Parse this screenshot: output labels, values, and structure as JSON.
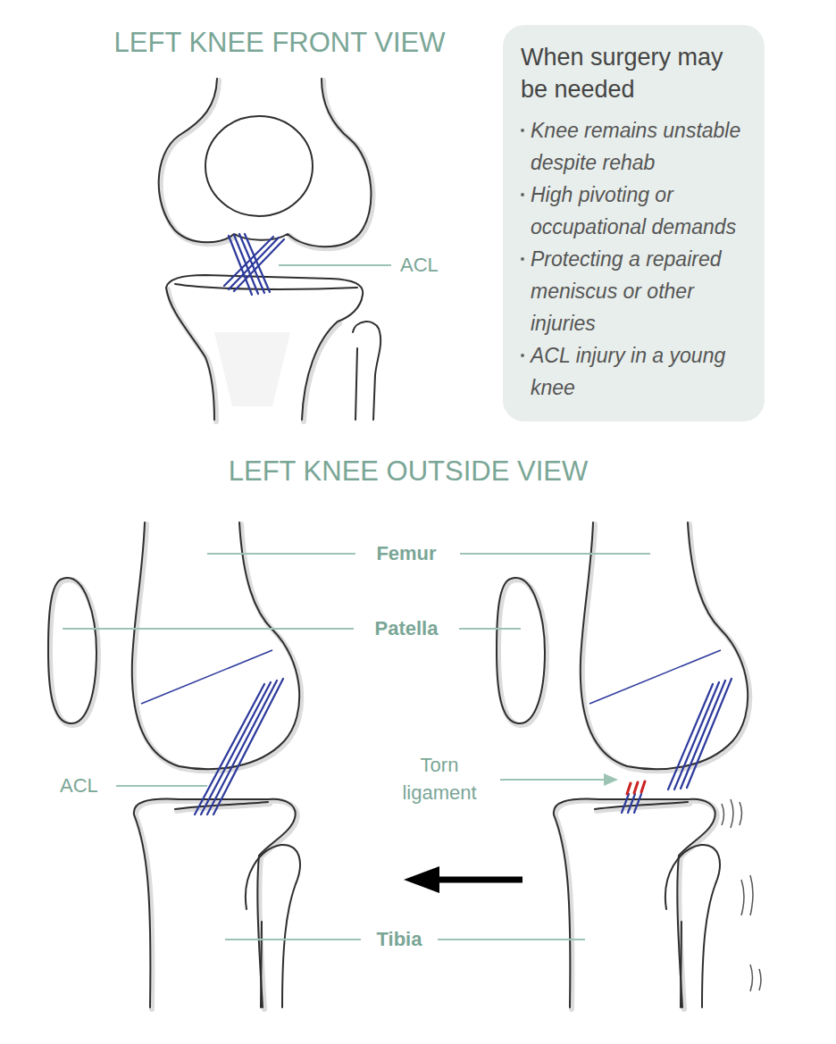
{
  "diagram": {
    "nodes": [
      {
        "text": [
          "When surgery may be needed",
          "Knee remains unstable despite rehab",
          "High pivoting or occupational demands",
          "Protecting a repaired meniscus or other injuries",
          "ACL injury in a young knee"
        ]
      }
    ],
    "edges": [],
    "labels": [
      "LEFT KNEE FRONT VIEW",
      "ACL",
      "LEFT KNEE OUTSIDE VIEW",
      "Femur",
      "Patella",
      "ACL",
      "Torn ligament",
      "Tibia"
    ]
  }
}
